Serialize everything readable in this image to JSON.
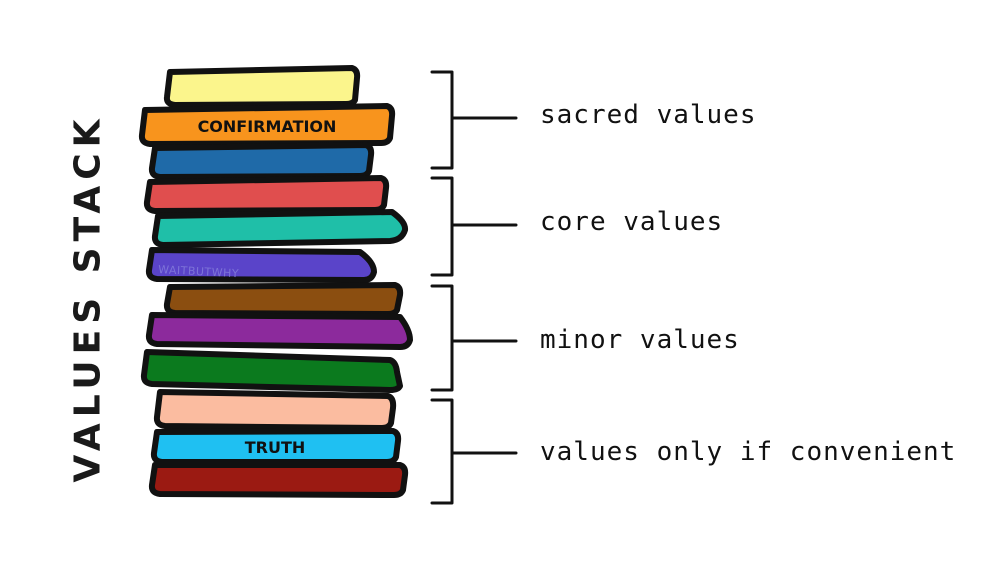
{
  "diagram": {
    "title": "VALUES STACK",
    "watermark": "WAITBUTWHY",
    "books": [
      {
        "id": "book-yellow",
        "color": "#fbf58c",
        "label": ""
      },
      {
        "id": "book-confirmation",
        "color": "#f8941d",
        "label": "CONFIRMATION"
      },
      {
        "id": "book-navy",
        "color": "#1f6aa8",
        "label": ""
      },
      {
        "id": "book-red",
        "color": "#e04e4e",
        "label": ""
      },
      {
        "id": "book-teal",
        "color": "#1fbfa8",
        "label": ""
      },
      {
        "id": "book-indigo",
        "color": "#5a44c9",
        "label": ""
      },
      {
        "id": "book-brown",
        "color": "#8b4e10",
        "label": ""
      },
      {
        "id": "book-purple",
        "color": "#8c2a9c",
        "label": ""
      },
      {
        "id": "book-green",
        "color": "#0b7a1e",
        "label": ""
      },
      {
        "id": "book-peach",
        "color": "#fbbca0",
        "label": ""
      },
      {
        "id": "book-truth",
        "color": "#1fc0f2",
        "label": "TRUTH"
      },
      {
        "id": "book-maroon",
        "color": "#9b1a12",
        "label": ""
      }
    ],
    "groups": [
      {
        "id": "sacred",
        "label": "sacred values"
      },
      {
        "id": "core",
        "label": "core values"
      },
      {
        "id": "minor",
        "label": "minor values"
      },
      {
        "id": "convenient",
        "label": "values only if convenient"
      }
    ]
  }
}
